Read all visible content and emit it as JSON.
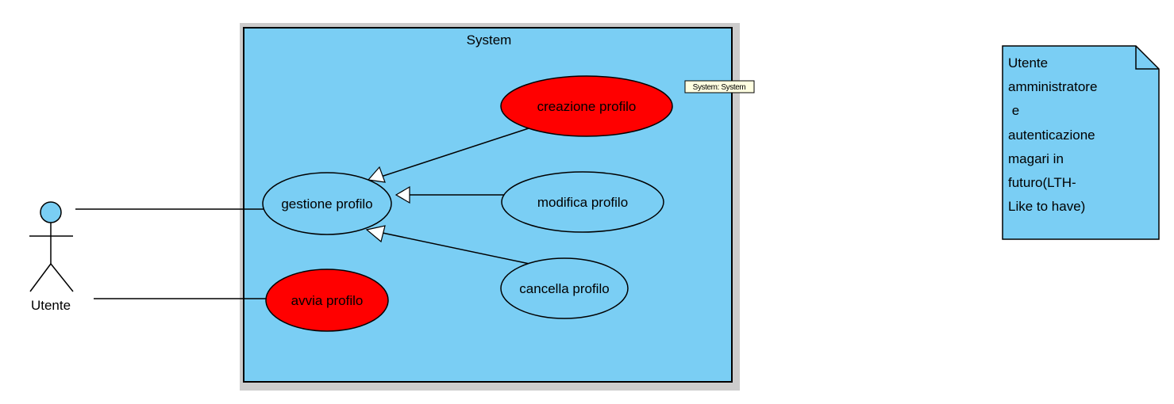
{
  "colors": {
    "system_fill": "#7ACEF4",
    "system_shadow": "#CCCCCC",
    "usecase_default_fill": "#7ACEF4",
    "usecase_highlight_fill": "#FF0000",
    "tooltip_fill": "#FFFFE1",
    "note_fill": "#7ACEF4",
    "actor_head_fill": "#7ACEF4",
    "stroke": "#000000"
  },
  "system": {
    "title": "System",
    "tooltip": "System: System"
  },
  "actor": {
    "name": "Utente"
  },
  "use_cases": {
    "creazione": "creazione profilo",
    "gestione": "gestione profilo",
    "modifica": "modifica profilo",
    "avvia": "avvia profilo",
    "cancella": "cancella profilo"
  },
  "note": {
    "lines": [
      "Utente",
      "amministratore",
      " e",
      "autenticazione",
      "magari in",
      "futuro(LTH-",
      "Like to have)"
    ]
  }
}
